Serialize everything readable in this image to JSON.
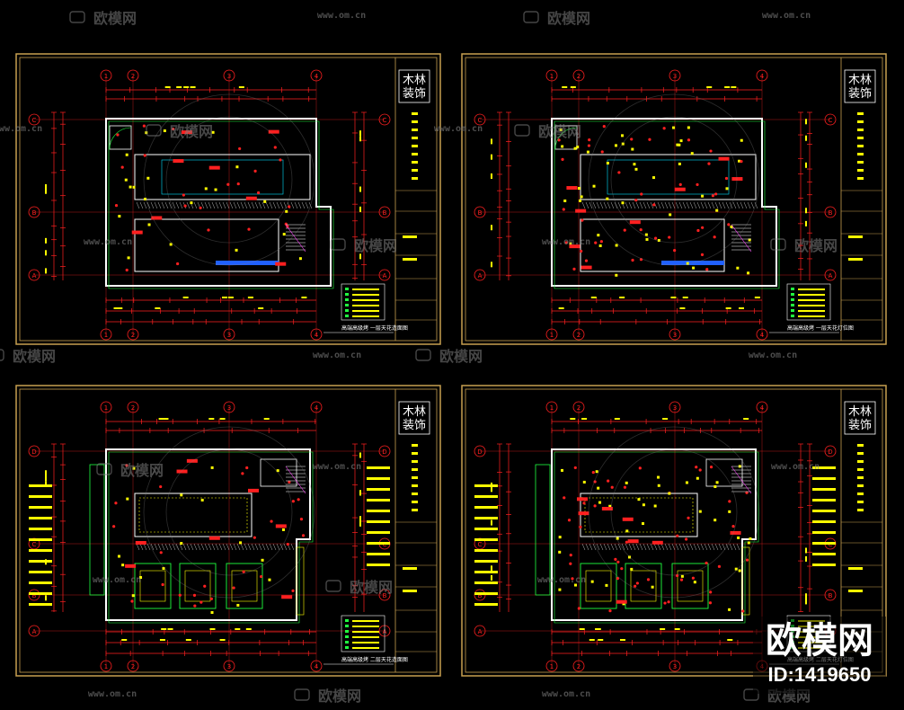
{
  "watermark": {
    "brand": "欧模网",
    "site": "www.om.cn",
    "id_text": "ID:1419650"
  },
  "colors": {
    "background": "#000000",
    "frame": "#c8a050",
    "wall": "#ffffff",
    "dimension": "#ff2020",
    "light": "#ffff00",
    "accent_blue": "#2060ff",
    "accent_cyan": "#00e0ff",
    "accent_green": "#20ff40",
    "accent_magenta": "#ff40ff",
    "watermark": "#808080"
  },
  "company_logo": "木林\n装饰",
  "sheets": [
    {
      "title": "高端高级烤    一层天花造面图",
      "axes_top": [
        "1",
        "2",
        "3",
        "4"
      ],
      "axes_side": [
        "C",
        "B",
        "A"
      ]
    },
    {
      "title": "高端高级烤    一层天花灯位图",
      "axes_top": [
        "1",
        "2",
        "3",
        "4"
      ],
      "axes_side": [
        "C",
        "B",
        "A"
      ]
    },
    {
      "title": "高端高级烤    二层天花造面图",
      "axes_top": [
        "1",
        "2",
        "3",
        "4"
      ],
      "axes_side": [
        "D",
        "C",
        "B",
        "A"
      ]
    },
    {
      "title": "高端高级烤    二层天花灯位图",
      "axes_top": [
        "1",
        "2",
        "3",
        "4"
      ],
      "axes_side": [
        "D",
        "C",
        "B",
        "A"
      ]
    }
  ]
}
